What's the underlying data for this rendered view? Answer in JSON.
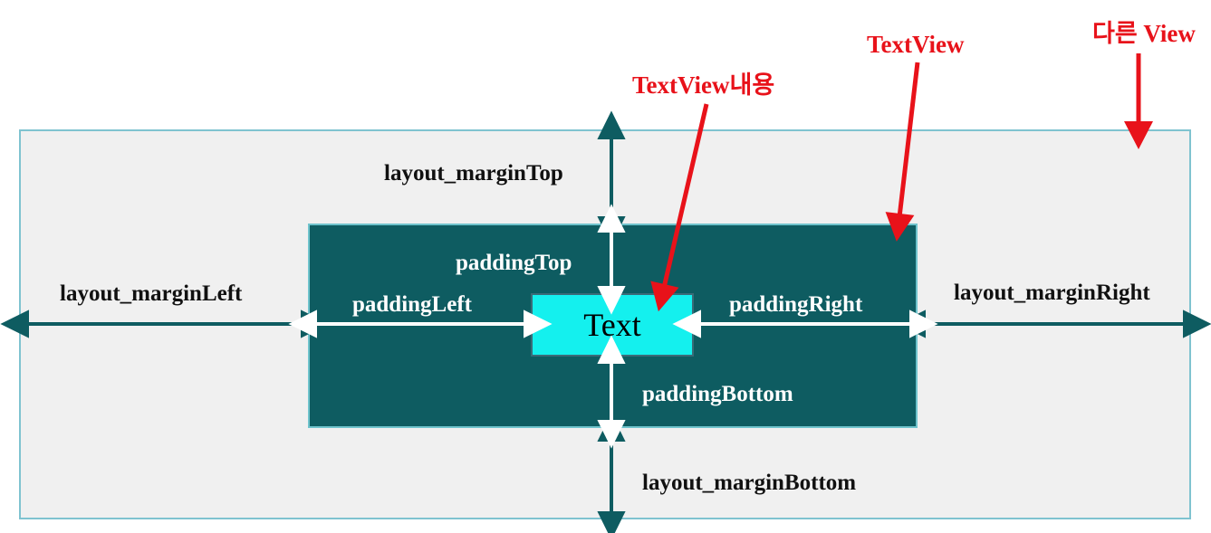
{
  "diagram": {
    "title": "Android View margin and padding diagram",
    "colors": {
      "outer_container_fill": "#f0f0f0",
      "outer_container_border": "#7fc3d0",
      "textview_fill": "#0e5c61",
      "textview_border": "#6fc3cc",
      "content_fill": "#14f0ee",
      "content_border": "#3a6b78",
      "margin_arrow": "#0e5c61",
      "padding_arrow": "#ffffff",
      "annotation_red": "#e8121a",
      "label_dark": "#111111",
      "label_white": "#ffffff"
    }
  },
  "annotations": [
    {
      "id": "textview-content",
      "label": "TextView내용"
    },
    {
      "id": "textview",
      "label": "TextView"
    },
    {
      "id": "other-view",
      "label": "다른 View"
    }
  ],
  "margins": {
    "top": "layout_marginTop",
    "left": "layout_marginLeft",
    "right": "layout_marginRight",
    "bottom": "layout_marginBottom"
  },
  "paddings": {
    "top": "paddingTop",
    "left": "paddingLeft",
    "right": "paddingRight",
    "bottom": "paddingBottom"
  },
  "content": {
    "text": "Text"
  }
}
